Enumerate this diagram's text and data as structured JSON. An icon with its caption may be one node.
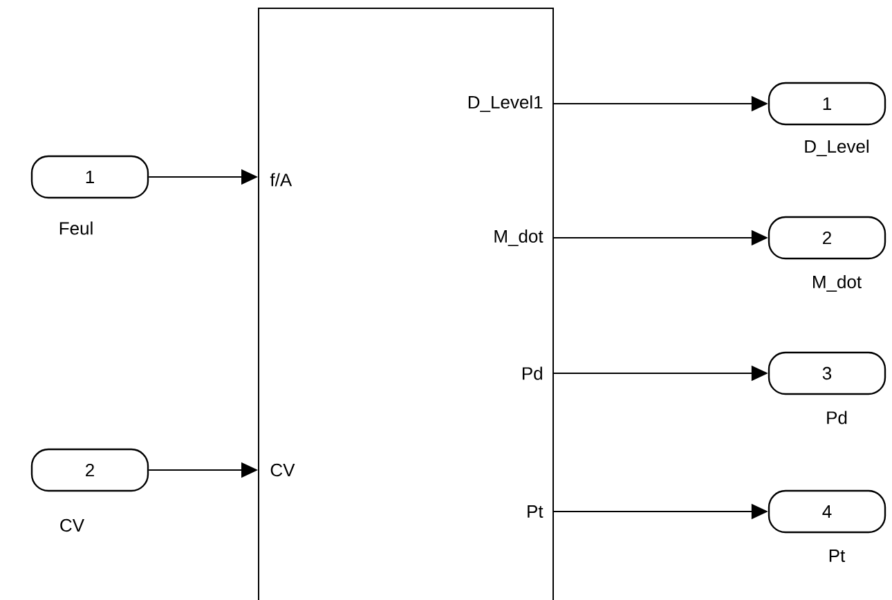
{
  "diagram": {
    "nodes": [
      {
        "text": [
          "1"
        ],
        "beside": [
          "Feul"
        ]
      },
      {
        "text": [
          "2"
        ],
        "beside": [
          "CV"
        ]
      },
      {
        "text": [
          "f/A",
          "CV",
          "D_Level1",
          "M_dot",
          "Pd",
          "Pt"
        ]
      },
      {
        "text": [
          "1"
        ],
        "beside": [
          "D_Level"
        ]
      },
      {
        "text": [
          "2"
        ],
        "beside": [
          "M_dot"
        ]
      },
      {
        "text": [
          "3"
        ],
        "beside": [
          "Pd"
        ]
      },
      {
        "text": [
          "4"
        ],
        "beside": [
          "Pt"
        ]
      }
    ],
    "edges": [
      {
        "from": 0,
        "to": 2,
        "arrow": "to"
      },
      {
        "from": 1,
        "to": 2,
        "arrow": "to"
      },
      {
        "from": 2,
        "to": 3,
        "arrow": "to"
      },
      {
        "from": 2,
        "to": 4,
        "arrow": "to"
      },
      {
        "from": 2,
        "to": 5,
        "arrow": "to"
      },
      {
        "from": 2,
        "to": 6,
        "arrow": "to"
      }
    ]
  }
}
